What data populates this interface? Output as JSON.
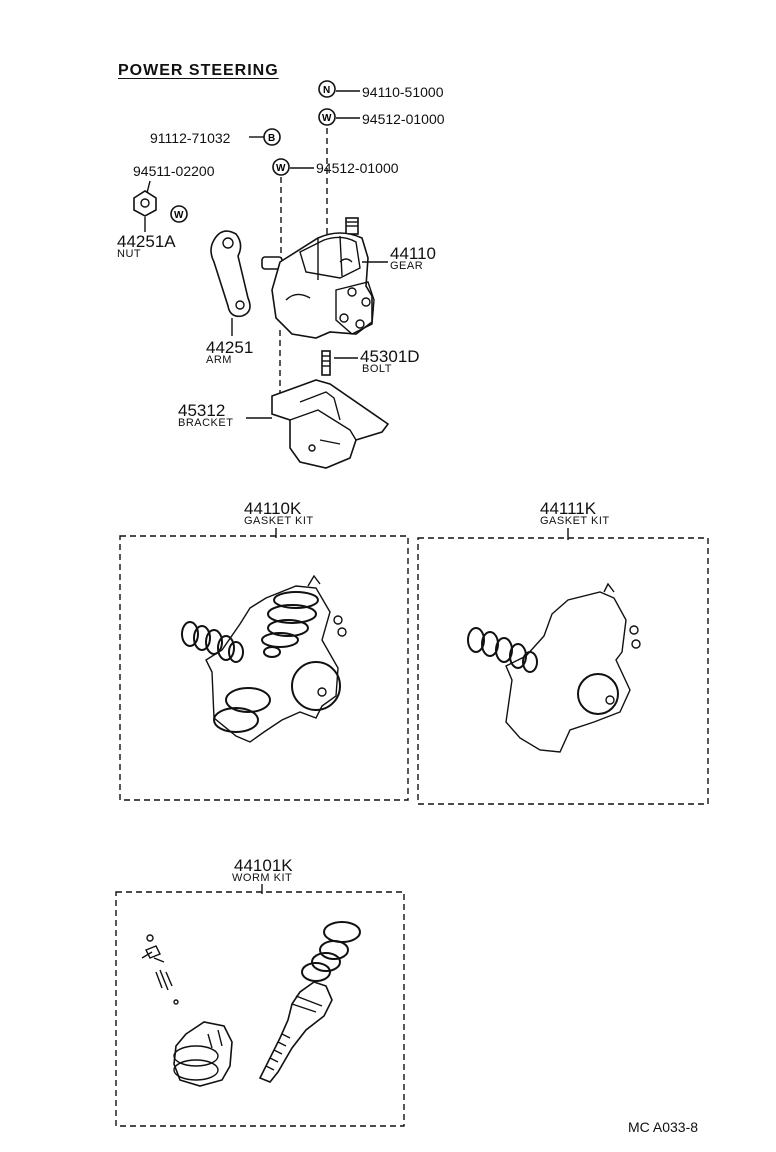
{
  "title": "POWER STEERING",
  "symbols": {
    "n": "N",
    "w": "W",
    "b": "B"
  },
  "parts": {
    "nut_n": "94110-51000",
    "washer_top": "94512-01000",
    "bolt_b": "91112-71032",
    "washer_mid": "94512-01000",
    "washer_arm": "94511-02200",
    "nut": {
      "number": "44251A",
      "name": "NUT"
    },
    "gear": {
      "number": "44110",
      "name": "GEAR"
    },
    "arm": {
      "number": "44251",
      "name": "ARM"
    },
    "bolt": {
      "number": "45301D",
      "name": "BOLT"
    },
    "bracket": {
      "number": "45312",
      "name": "BRACKET"
    }
  },
  "kits": {
    "gasket_kit_1": {
      "number": "44110K",
      "name": "GASKET KIT"
    },
    "gasket_kit_2": {
      "number": "44111K",
      "name": "GASKET KIT"
    },
    "worm_kit": {
      "number": "44101K",
      "name": "WORM KIT"
    }
  },
  "diagram_code": "MC A033-8"
}
